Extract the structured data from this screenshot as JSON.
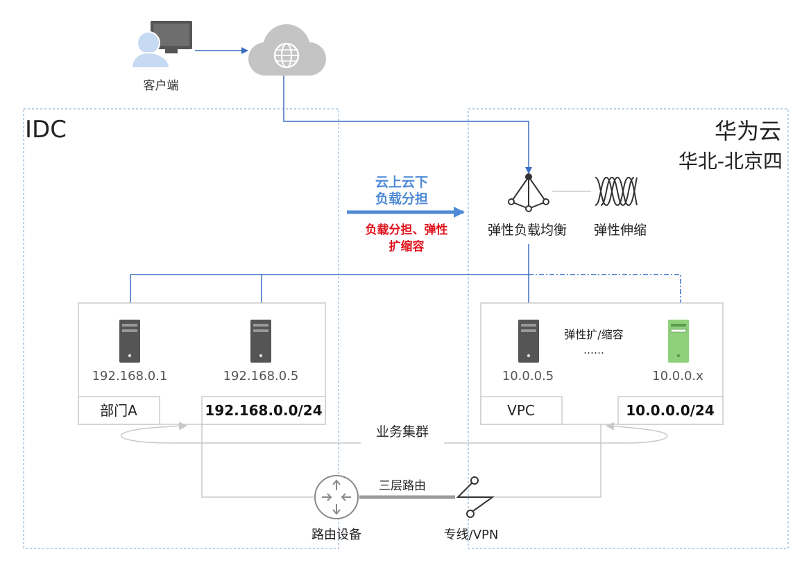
{
  "client": {
    "label": "客户端"
  },
  "idc": {
    "title": "IDC"
  },
  "huawei": {
    "title": "华为云",
    "region": "华北-北京四"
  },
  "transfer": {
    "line1": "云上云下",
    "line2": "负载分担",
    "red_line1": "负载分担、弹性",
    "red_line2": "扩缩容"
  },
  "elb": {
    "label": "弹性负载均衡"
  },
  "as": {
    "label": "弹性伸缩"
  },
  "idc_cluster": {
    "servers": [
      {
        "ip": "192.168.0.1"
      },
      {
        "ip": "192.168.0.5"
      }
    ],
    "dept_label": "部门A",
    "subnet": "192.168.0.0/24"
  },
  "cloud_cluster": {
    "servers": [
      {
        "ip": "10.0.0.5"
      },
      {
        "ip": "10.0.0.x"
      }
    ],
    "scale_label": "弹性扩/缩容",
    "ellipsis": "……",
    "vpc_label": "VPC",
    "subnet": "10.0.0.0/24"
  },
  "cluster_label": "业务集群",
  "routing": {
    "l3_label": "三层路由",
    "router_label": "路由设备",
    "line_label": "专线/VPN"
  },
  "colors": {
    "blue": "#3b6fc4",
    "red": "#e0111b",
    "dashed_border": "#7aa6cf",
    "gray": "#a8a8a8",
    "new_server": "#8fd07a"
  }
}
